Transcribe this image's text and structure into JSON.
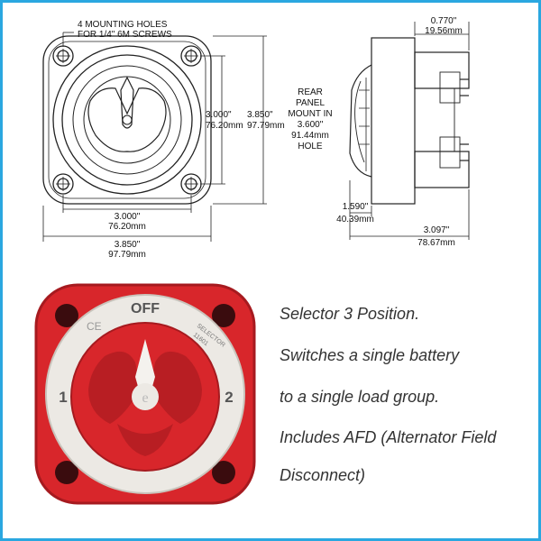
{
  "drawing": {
    "mounting_note_line1": "4 MOUNTING HOLES",
    "mounting_note_line2": "FOR 1/4\" 6M SCREWS",
    "width_in": "3.000\"",
    "width_mm": "76.20mm",
    "overall_width_in": "3.850\"",
    "overall_width_mm": "97.79mm",
    "height_in": "3.000\"",
    "height_mm": "76.20mm",
    "overall_height_in": "3.850\"",
    "overall_height_mm": "97.79mm",
    "panel_note": [
      "REAR",
      "PANEL",
      "MOUNT IN",
      "3.600\"",
      "91.44mm",
      "HOLE"
    ],
    "depth_top_in": "0.770\"",
    "depth_top_mm": "19.56mm",
    "depth_front_in": "1.590\"",
    "depth_front_mm": "40.39mm",
    "depth_total_in": "3.097\"",
    "depth_total_mm": "78.67mm"
  },
  "photo": {
    "off_label": "OFF",
    "pos1_label": "1",
    "pos2_label": "2",
    "ce_mark": "CE",
    "model_line1": "SELECTOR",
    "model_line2": "11601",
    "knob_logo": "e",
    "colors": {
      "red": "#d8262b",
      "dark_red": "#a61a1f",
      "ring": "#ece9e4"
    }
  },
  "description": {
    "lines": [
      "Selector 3 Position.",
      "Switches a single battery",
      "to a single load group.",
      "Includes AFD (Alternator Field",
      "Disconnect)"
    ]
  },
  "colors": {
    "border": "#2aa7e0",
    "text": "#333333"
  }
}
